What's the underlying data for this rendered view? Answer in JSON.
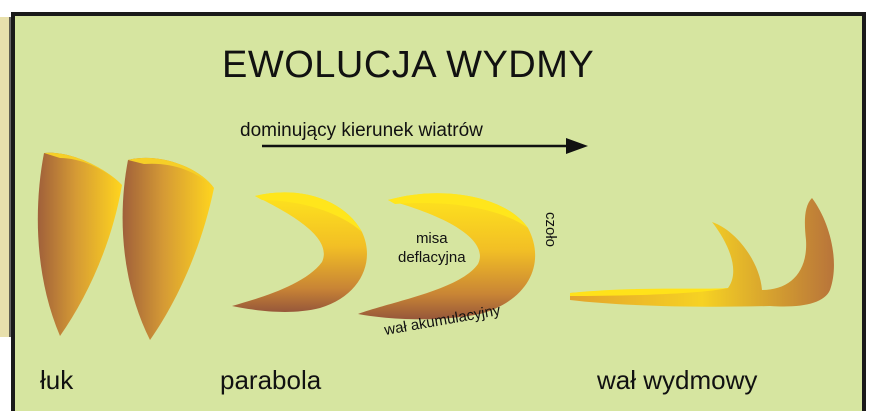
{
  "title": "EWOLUCJA WYDMY",
  "wind_label": "dominujący kierunek wiatrów",
  "stage_labels": {
    "arc": "łuk",
    "parabola": "parabola",
    "ridge": "wał wydmowy"
  },
  "annotations": {
    "basin_line1": "misa",
    "basin_line2": "deflacyjna",
    "front": "czoło",
    "accumulation_rampart": "wał akumulacyjny"
  },
  "colors": {
    "panel_background": "#d6e5a0",
    "frame": "#1a1a1a",
    "left_strip": "#e8e0ac",
    "dune_highlight": "#ffe21a",
    "dune_mid": "#e2a52b",
    "dune_shadow": "#9c5a30"
  }
}
